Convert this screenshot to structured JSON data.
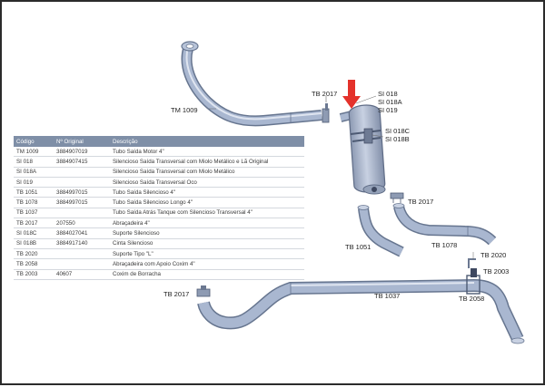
{
  "table": {
    "headers": [
      "Código",
      "Nº Original",
      "Descrição"
    ],
    "rows": [
      [
        "TM 1009",
        "3884907019",
        "Tubo Saída Motor 4\""
      ],
      [
        "SI 018",
        "3884907415",
        "Silencioso Saída Transversal com Miolo Metálico e Lã Original"
      ],
      [
        "SI 018A",
        "",
        "Silencioso Saída Transversal com Miolo Metálico"
      ],
      [
        "SI 019",
        "",
        "Silencioso Saída Transversal Oco"
      ],
      [
        "TB 1051",
        "3884997015",
        "Tubo Saída Silencioso 4\""
      ],
      [
        "TB 1078",
        "3884997015",
        "Tubo Saída Silencioso Longo 4\""
      ],
      [
        "TB 1037",
        "",
        "Tubo Saída Atrás Tanque com Silencioso Transversal 4\""
      ],
      [
        "TB 2017",
        "207550",
        "Abraçadeira 4\""
      ],
      [
        "SI 018C",
        "3884027041",
        "Suporte Silencioso"
      ],
      [
        "SI 018B",
        "3884917140",
        "Cinta Silencioso"
      ],
      [
        "TB 2020",
        "",
        "Suporte Tipo \"L\""
      ],
      [
        "TB 2058",
        "",
        "Abraçadeira com Apoio Coxim 4\""
      ],
      [
        "TB 2003",
        "40607",
        "Coxim de Borracha"
      ]
    ]
  },
  "labels": {
    "tm1009": "TM 1009",
    "tb2017_top": "TB 2017",
    "si018": "SI 018",
    "si018a": "SI 018A",
    "si019": "SI 019",
    "si018c": "SI 018C",
    "si018b": "SI 018B",
    "tb2017_mid": "TB 2017",
    "tb1051": "TB 1051",
    "tb1078": "TB 1078",
    "tb2020": "TB 2020",
    "tb2003": "TB 2003",
    "tb2017_low": "TB 2017",
    "tb1037": "TB 1037",
    "tb2058": "TB 2058"
  },
  "colors": {
    "pipe": "#a9b7d0",
    "pipe_edge": "#66758f",
    "arrow": "#e4322b",
    "table_header": "#7f8fa7"
  }
}
